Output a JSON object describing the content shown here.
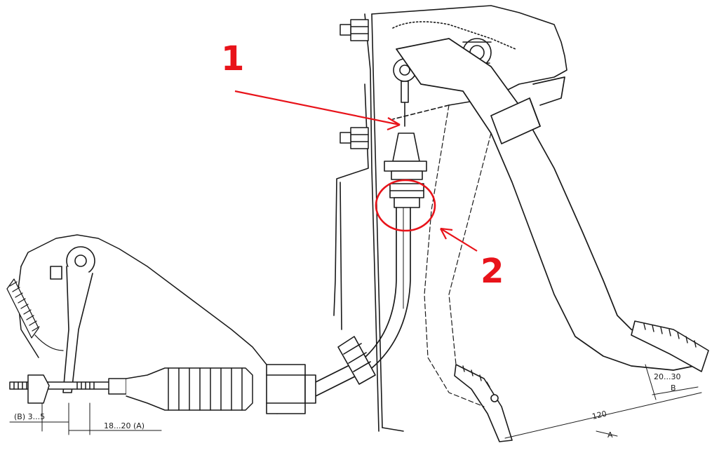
{
  "markers": {
    "label_1": "1",
    "label_2": "2",
    "color": "#e8131a"
  },
  "dimensions": {
    "free_play_left": "(B) 3...5",
    "cable_travel": "18...20 (A)",
    "pedal_free_play": "20...30",
    "pedal_free_play_letter": "B",
    "pedal_travel": "120",
    "pedal_travel_letter": "A"
  },
  "ink_color": "#1a1a1a"
}
